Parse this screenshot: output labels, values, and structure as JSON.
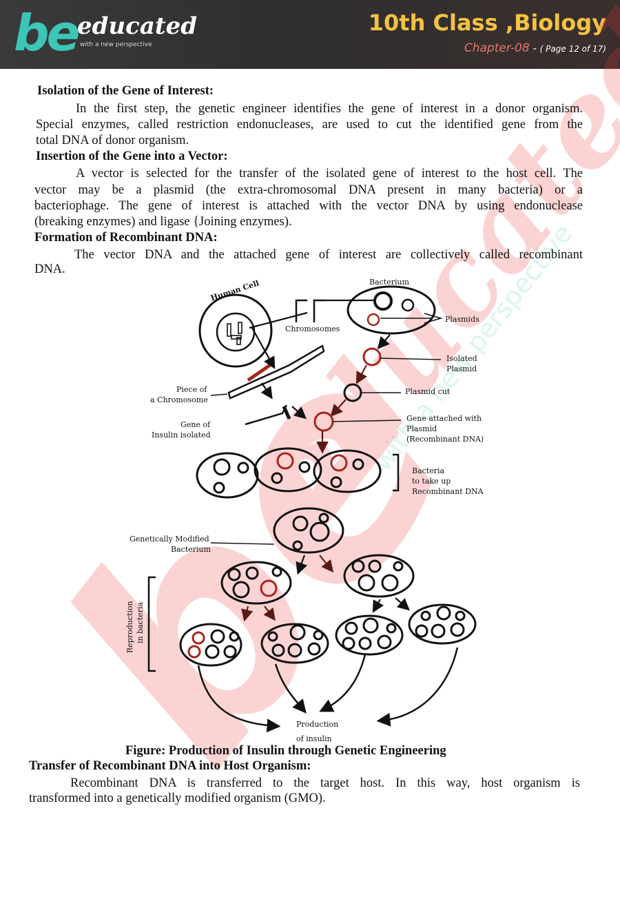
{
  "header": {
    "logo_be": "be",
    "logo_text": "educated",
    "logo_tagline": "with a new perspective",
    "title": "10th Class ,Biology",
    "chapter": "Chapter-08",
    "separator": "-",
    "page_info": "( Page 12 of 17)"
  },
  "sections": {
    "isolation": {
      "heading": "Isolation of the Gene of Interest:",
      "lines": [
        "In the first step, the genetic engineer identifies the gene of interest in a donor organism.",
        "Special enzymes, called restriction endonucleases, are used to cut the identified gene from the",
        "total DNA of donor organism."
      ]
    },
    "insertion": {
      "heading": "Insertion of the Gene into a Vector:",
      "lines": [
        "A vector is selected for the transfer of the isolated gene of interest to the host cell. The",
        "vector may be a plasmid (the extra-chromosomal DNA present in many bacteria) or a",
        "bacteriophage. The gene of interest is attached with the vector DNA by using endonuclease",
        "(breaking enzymes) and ligase {Joining enzymes)."
      ]
    },
    "formation": {
      "heading": "Formation of Recombinant DNA:",
      "lines": [
        "The vector DNA and the attached gene of interest are collectively called recombinant",
        "DNA."
      ]
    },
    "transfer": {
      "heading": "Transfer of Recombinant DNA into Host Organism:",
      "lines": [
        "Recombinant DNA is transferred to the target host. In this way, host organism is",
        "transformed into a genetically modified organism (GMO)."
      ]
    }
  },
  "figure": {
    "caption": "Figure: Production of Insulin through Genetic Engineering",
    "labels": {
      "human_cell": "Human Cell",
      "bacterium": "Bacterium",
      "plasmids": "Plasmids",
      "chromosomes": "Chromosomes",
      "isolated_plasmid_1": "Isolated",
      "isolated_plasmid_2": "Plasmid",
      "piece_chromosome_1": "Piece of",
      "piece_chromosome_2": "a Chromosome",
      "plasmid_cut": "Plasmid cut",
      "gene_insulin_1": "Gene of",
      "gene_insulin_2": "Insulin isolated",
      "gene_attached_1": "Gene attached with",
      "gene_attached_2": "Plasmid",
      "gene_attached_3": "(Recombinant DNA)",
      "bacteria_take_1": "Bacteria",
      "bacteria_take_2": "to take up",
      "bacteria_take_3": "Recombinant DNA",
      "gm_bacterium_1": "Genetically Modified",
      "gm_bacterium_2": "Bacterium",
      "reproduction_1": "Reproduction",
      "reproduction_2": "in bacteria",
      "production_1": "Production",
      "production_2": "of insulin"
    }
  },
  "watermark": {
    "text": "be educated",
    "tagline": "with a new perspective",
    "color": "#f03a3a"
  }
}
